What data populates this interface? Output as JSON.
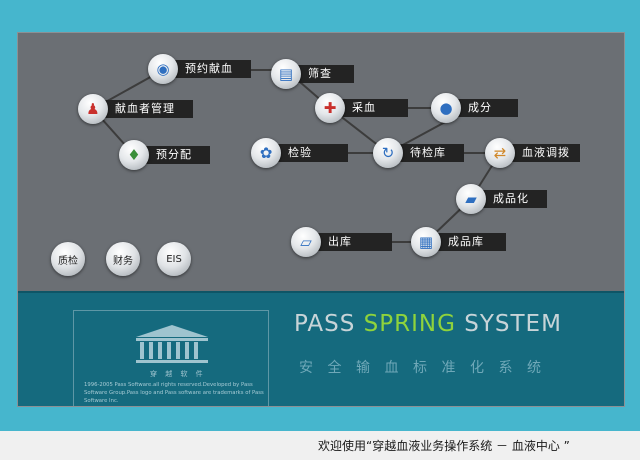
{
  "flow": {
    "nodes": {
      "reserve": {
        "label": "预约献血",
        "icon": "calendar-icon"
      },
      "screen": {
        "label": "筛查",
        "icon": "clipboard-icon"
      },
      "donor": {
        "label": "献血者管理",
        "icon": "people-icon"
      },
      "collect": {
        "label": "采血",
        "icon": "blood-drop-icon"
      },
      "component": {
        "label": "成分",
        "icon": "flask-icon"
      },
      "preassign": {
        "label": "预分配",
        "icon": "person-icon"
      },
      "test": {
        "label": "检验",
        "icon": "microscope-icon"
      },
      "pending": {
        "label": "待检库",
        "icon": "cycle-icon"
      },
      "dispatch": {
        "label": "血液调拨",
        "icon": "transfer-icon"
      },
      "product": {
        "label": "成品化",
        "icon": "folder-icon"
      },
      "outbound": {
        "label": "出库",
        "icon": "folder-out-icon"
      },
      "stock": {
        "label": "成品库",
        "icon": "warehouse-icon"
      }
    }
  },
  "quick": {
    "qc": "质检",
    "finance": "财务",
    "eis": "EIS"
  },
  "brand": {
    "logo_text": "穿 越 软 件",
    "copyright": "1996-2005 Pass Software.all rights reserved.Developed by Pass Software Group.Pass logo and Pass software are trademarks of Pass Software Inc.",
    "title_a": "PASS ",
    "title_b": "SPRING",
    "title_c": " SYSTEM",
    "subtitle": "安全输血标准化系统",
    "accent": "#8fd33c"
  },
  "status_text": "欢迎使用“穿越血液业务操作系统 － 血液中心 ”"
}
